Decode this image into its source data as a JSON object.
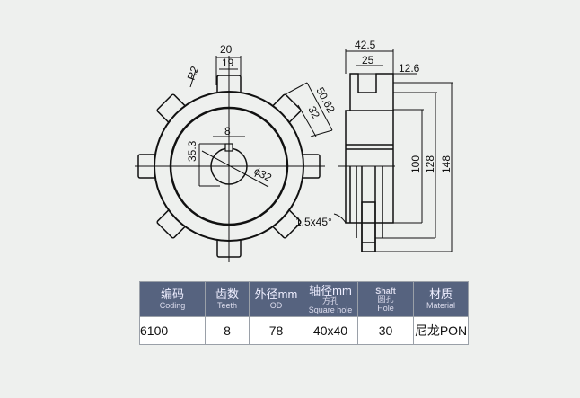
{
  "drawing": {
    "front_view": {
      "tooth_width_outer": "20",
      "tooth_width_inner": "19",
      "tooth_radius": "R2",
      "span_outer": "50.62",
      "span_inner": "32",
      "keyway": "8",
      "key_depth": "35.3",
      "bore": "ϕ32",
      "teeth_count": 8
    },
    "side_view": {
      "width_total": "42.5",
      "width_hub": "25",
      "width_tooth": "12.6",
      "dia_100": "100",
      "dia_128": "128",
      "dia_148": "148",
      "chamfer": "1.5x45°"
    }
  },
  "table": {
    "headers": [
      {
        "cn": "编码",
        "en": "Coding"
      },
      {
        "cn": "齿数",
        "en": "Teeth"
      },
      {
        "cn": "外径mm",
        "en": "OD"
      },
      {
        "cn": "轴径mm",
        "en": "Square hole",
        "sub_cn": "方孔"
      },
      {
        "cn": "Shaft",
        "en": "Hole",
        "sub_cn": "圆孔"
      },
      {
        "cn": "材质",
        "en": "Material"
      }
    ],
    "row": [
      "6100",
      "8",
      "78",
      "40x40",
      "30",
      "尼龙PON"
    ]
  },
  "colors": {
    "header_bg": "#56637f",
    "background": "#eef0ee"
  }
}
